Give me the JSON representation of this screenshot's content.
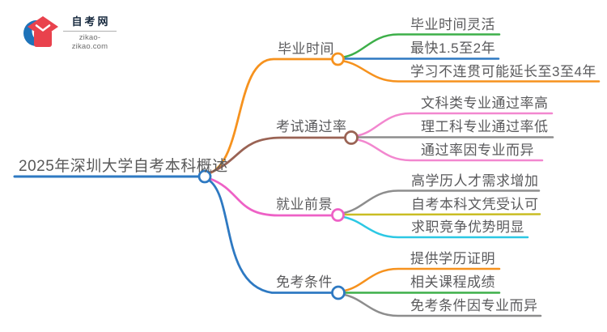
{
  "logo": {
    "site_name": "自考网",
    "site_url": "zikao-zikao.com",
    "icon_blue": "#1e73b9",
    "icon_red": "#e9424d"
  },
  "mindmap": {
    "root": {
      "label": "2025年深圳大学自考本科概述",
      "color": "#2e79c2"
    },
    "branches": [
      {
        "label": "毕业时间",
        "color": "#f6921e",
        "children": [
          {
            "label": "毕业时间灵活",
            "color": "#3daf49"
          },
          {
            "label": "最快1.5至2年",
            "color": "#2e79c2"
          },
          {
            "label": "学习不连贯可能延长至3至4年",
            "color": "#f6921e"
          }
        ]
      },
      {
        "label": "考试通过率",
        "color": "#9a6354",
        "children": [
          {
            "label": "文科类专业通过率高",
            "color": "#f287cf"
          },
          {
            "label": "理工科专业通过率低",
            "color": "#8d8d8d"
          },
          {
            "label": "通过率因专业而异",
            "color": "#f287cf"
          }
        ]
      },
      {
        "label": "就业前景",
        "color": "#ee61c6",
        "children": [
          {
            "label": "高学历人才需求增加",
            "color": "#8d8d8d"
          },
          {
            "label": "自考本科文凭受认可",
            "color": "#c9bd23"
          },
          {
            "label": "求职竞争优势明显",
            "color": "#2cc8e4"
          }
        ]
      },
      {
        "label": "免考条件",
        "color": "#2e79c2",
        "children": [
          {
            "label": "提供学历证明",
            "color": "#f6921e"
          },
          {
            "label": "相关课程成绩",
            "color": "#3daf49"
          },
          {
            "label": "免考条件因专业而异",
            "color": "#8d8d8d"
          }
        ]
      }
    ]
  }
}
